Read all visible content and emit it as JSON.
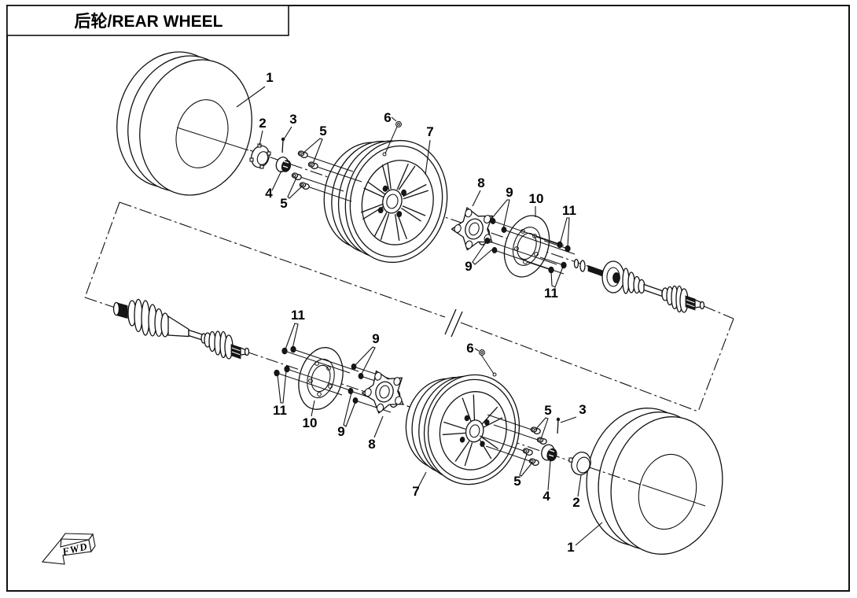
{
  "window": {
    "title": "后轮/REAR WHEEL"
  },
  "diagram": {
    "direction_label": "FWD",
    "callouts_top": [
      {
        "part": "tire",
        "text": "1"
      },
      {
        "part": "hub-cap",
        "text": "2"
      },
      {
        "part": "cotter-pin",
        "text": "3"
      },
      {
        "part": "lug-nuts-upper",
        "text": "5"
      },
      {
        "part": "valve-stem",
        "text": "6"
      },
      {
        "part": "wheel-rim",
        "text": "7"
      },
      {
        "part": "castle-nut",
        "text": "4"
      },
      {
        "part": "lug-nuts-lower",
        "text": "5"
      },
      {
        "part": "hub-carrier",
        "text": "8"
      },
      {
        "part": "wheel-studs-upper",
        "text": "9"
      },
      {
        "part": "brake-disc",
        "text": "10"
      },
      {
        "part": "disc-bolts-upper",
        "text": "11"
      },
      {
        "part": "wheel-studs-lower",
        "text": "9"
      },
      {
        "part": "disc-bolts-lower",
        "text": "11"
      }
    ],
    "callouts_bottom": [
      {
        "part": "disc-bolts-upper",
        "text": "11"
      },
      {
        "part": "wheel-studs-upper",
        "text": "9"
      },
      {
        "part": "disc-bolts-lower",
        "text": "11"
      },
      {
        "part": "brake-disc",
        "text": "10"
      },
      {
        "part": "wheel-studs-lower",
        "text": "9"
      },
      {
        "part": "hub-carrier",
        "text": "8"
      },
      {
        "part": "valve-stem",
        "text": "6"
      },
      {
        "part": "lug-nuts-upper",
        "text": "5"
      },
      {
        "part": "cotter-pin",
        "text": "3"
      },
      {
        "part": "wheel-rim",
        "text": "7"
      },
      {
        "part": "lug-nuts-lower",
        "text": "5"
      },
      {
        "part": "castle-nut",
        "text": "4"
      },
      {
        "part": "hub-cap",
        "text": "2"
      },
      {
        "part": "tire",
        "text": "1"
      }
    ]
  },
  "colors": {
    "line": "#111111",
    "background": "#ffffff"
  }
}
